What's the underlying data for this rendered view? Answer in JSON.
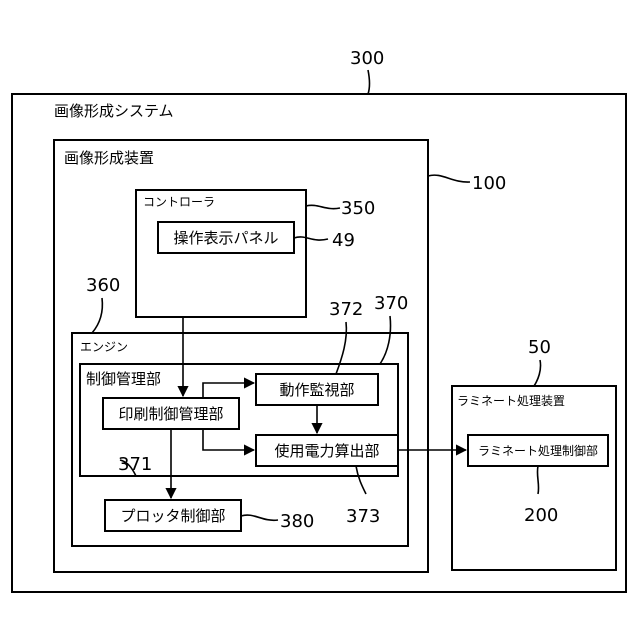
{
  "system": {
    "ref": "300",
    "label": "画像形成システム"
  },
  "apparatus": {
    "ref": "100",
    "label": "画像形成装置"
  },
  "controller": {
    "ref": "350",
    "label": "コントローラ"
  },
  "panel": {
    "ref": "49",
    "label": "操作表示パネル"
  },
  "engine": {
    "ref": "360",
    "label": "エンジン"
  },
  "control_mgmt": {
    "ref": "370",
    "label": "制御管理部"
  },
  "print_ctrl": {
    "ref": "371",
    "label": "印刷制御管理部"
  },
  "op_monitor": {
    "ref": "372",
    "label": "動作監視部"
  },
  "power_calc": {
    "ref": "373",
    "label": "使用電力算出部"
  },
  "plotter_ctrl": {
    "ref": "380",
    "label": "プロッタ制御部"
  },
  "laminate_device": {
    "ref": "50",
    "label": "ラミネート処理装置"
  },
  "laminate_ctrl": {
    "ref": "200",
    "label": "ラミネート処理制御部"
  }
}
